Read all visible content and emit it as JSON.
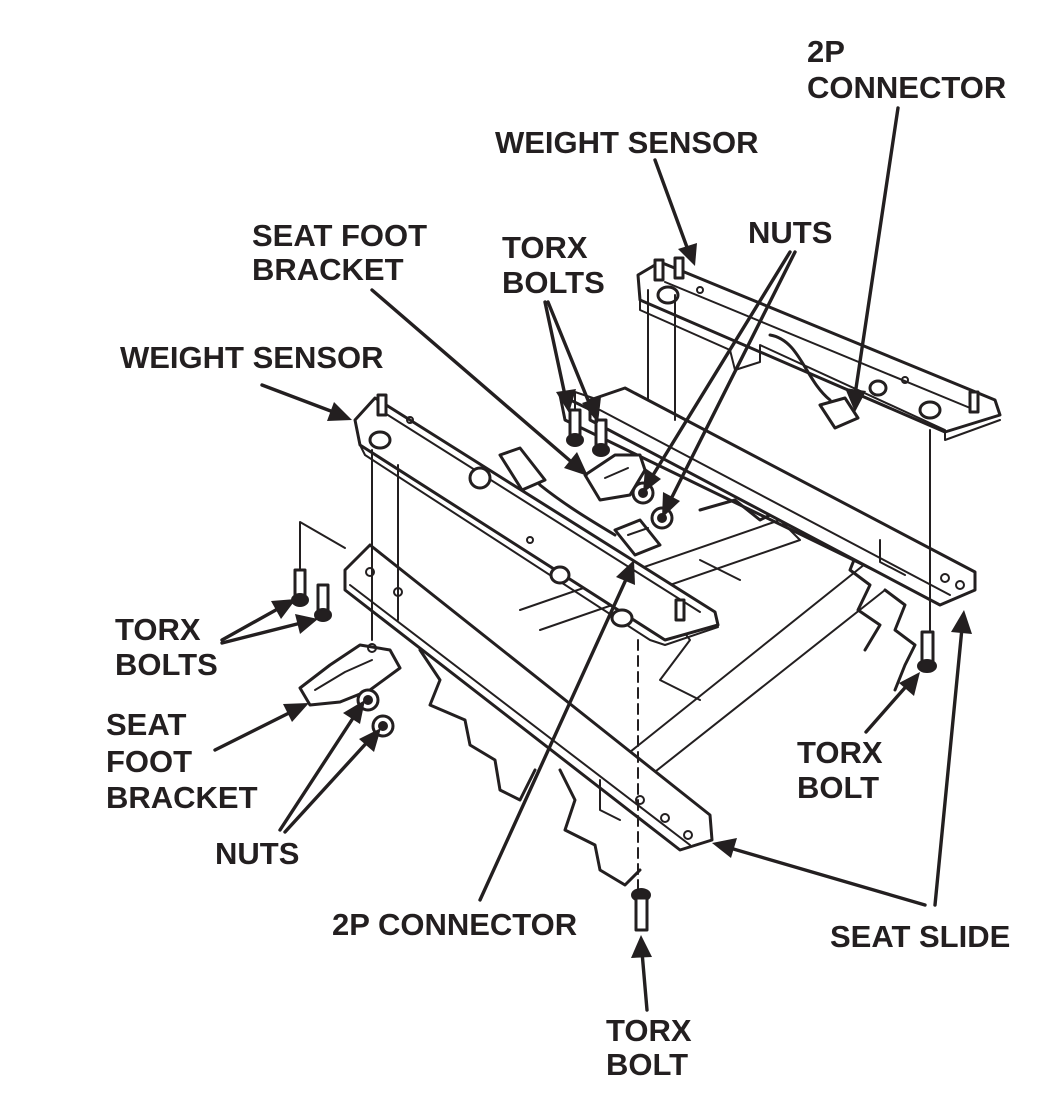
{
  "labels": {
    "top_2p_connector_l1": "2P",
    "top_2p_connector_l2": "CONNECTOR",
    "weight_sensor_top": "WEIGHT SENSOR",
    "nuts_top": "NUTS",
    "torx_bolts_top_l1": "TORX",
    "torx_bolts_top_l2": "BOLTS",
    "seat_foot_bracket_top_l1": "SEAT FOOT",
    "seat_foot_bracket_top_l2": "BRACKET",
    "weight_sensor_left": "WEIGHT SENSOR",
    "torx_bolts_left_l1": "TORX",
    "torx_bolts_left_l2": "BOLTS",
    "seat_foot_bracket_left_l1": "SEAT",
    "seat_foot_bracket_left_l2": "FOOT",
    "seat_foot_bracket_left_l3": "BRACKET",
    "nuts_left": "NUTS",
    "torx_bolt_right_l1": "TORX",
    "torx_bolt_right_l2": "BOLT",
    "connector_bottom": "2P CONNECTOR",
    "seat_slide": "SEAT SLIDE",
    "torx_bolt_bottom_l1": "TORX",
    "torx_bolt_bottom_l2": "BOLT"
  }
}
